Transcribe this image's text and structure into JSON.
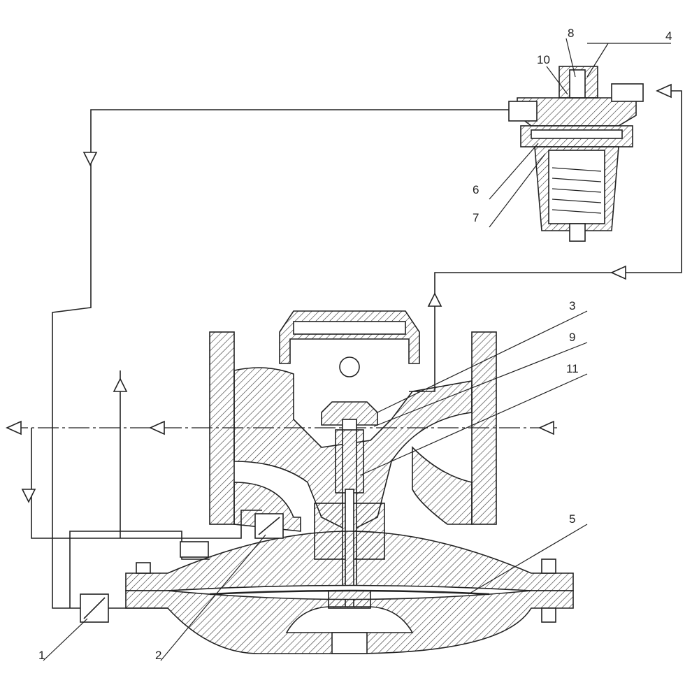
{
  "diagram": {
    "callouts": {
      "c1": "1",
      "c2": "2",
      "c3": "3",
      "c4": "4",
      "c5": "5",
      "c6": "6",
      "c7": "7",
      "c8": "8",
      "c9": "9",
      "c10": "10",
      "c11": "11"
    },
    "colors": {
      "line": "#222222",
      "background": "#ffffff"
    }
  }
}
